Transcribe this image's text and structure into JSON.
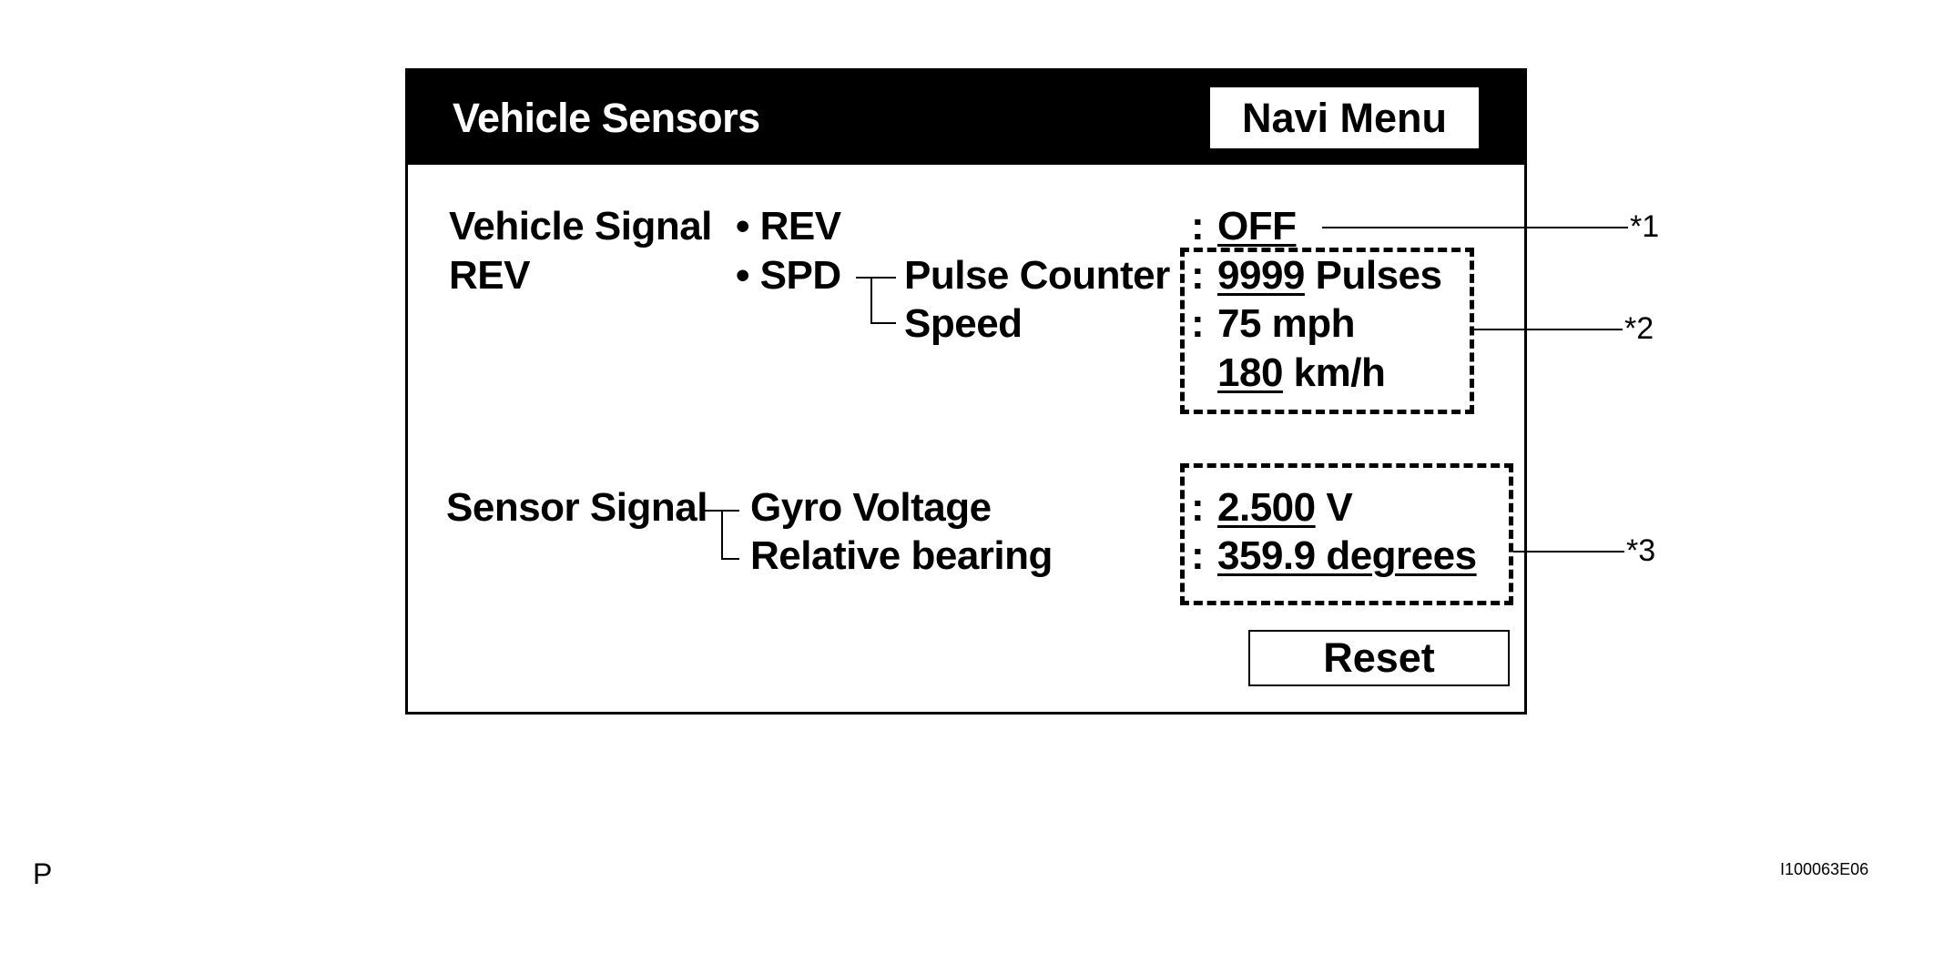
{
  "header": {
    "title": "Vehicle Sensors",
    "navi_menu_label": "Navi Menu"
  },
  "vehicle_signal": {
    "label": "Vehicle Signal",
    "sub_label": "REV",
    "rev_item": "• REV",
    "spd_item": "• SPD",
    "pulse_counter_label": "Pulse Counter",
    "speed_label": "Speed",
    "rev_value": "OFF",
    "pulse_value": "9999",
    "pulse_unit": "Pulses",
    "speed_mph": "75 mph",
    "speed_kmh_value": "180",
    "speed_kmh_unit": "km/h"
  },
  "sensor_signal": {
    "label": "Sensor Signal",
    "gyro_voltage_label": "Gyro Voltage",
    "relative_bearing_label": "Relative bearing",
    "gyro_value": "2.500",
    "gyro_unit": "V",
    "bearing_value": "359.9 degrees"
  },
  "separator": ":",
  "reset_label": "Reset",
  "callouts": {
    "c1": "*1",
    "c2": "*2",
    "c3": "*3"
  },
  "corner_left": "P",
  "corner_right": "I100063E06"
}
